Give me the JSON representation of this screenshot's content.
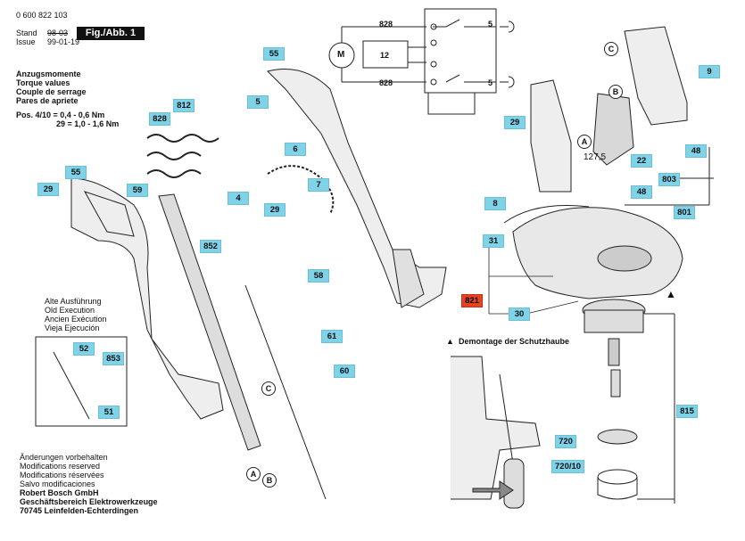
{
  "header": {
    "doc_number": "0 600 822 103",
    "fig_label": "Fig./Abb. 1",
    "stand_label": "Stand",
    "stand_value": "98-03",
    "issue_label": "Issue",
    "issue_value": "99-01-19"
  },
  "torque": {
    "lines": [
      "Anzugsmomente",
      "Torque values",
      "Couple de serrage",
      "Pares de apriete"
    ],
    "pos_line1": "Pos. 4/10 = 0,4 - 0,6 Nm",
    "pos_line2": "29 = 1,0 - 1,6 Nm"
  },
  "old_execution": {
    "lines": [
      "Alte Ausführung",
      "Old Execution",
      "Ancien Exécution",
      "Vieja Ejecución"
    ]
  },
  "footer": {
    "lines": [
      "Änderungen vorbehalten",
      "Modifications reserved",
      "Modifications réservées",
      "Salvo modificaciones"
    ],
    "company": [
      "Robert Bosch GmbH",
      "Geschäftsbereich Elektrowerkzeuge",
      "70745 Leinfelden-Echterdingen"
    ]
  },
  "demontage": {
    "label": "Demontage der Schutzhaube",
    "marker": "▲"
  },
  "dimension": "127,5",
  "wiring": {
    "motor": "M",
    "n828_top": "828",
    "n828_bottom": "828",
    "n12": "12",
    "n5_top": "5",
    "n5_bottom": "5"
  },
  "circles": {
    "A1": "A",
    "A2": "A",
    "B1": "B",
    "B2": "B",
    "C1": "C",
    "C2": "C"
  },
  "callouts": {
    "c55a": "55",
    "c55b": "55",
    "c812": "812",
    "c828": "828",
    "c5": "5",
    "c6": "6",
    "c7": "7",
    "c4": "4",
    "c29a": "29",
    "c29b": "29",
    "c29c": "29",
    "c59": "59",
    "c852": "852",
    "c58": "58",
    "c61": "61",
    "c60": "60",
    "c52": "52",
    "c853": "853",
    "c51": "51",
    "c9": "9",
    "c22": "22",
    "c48a": "48",
    "c48b": "48",
    "c803": "803",
    "c8": "8",
    "c801": "801",
    "c31": "31",
    "c821": "821",
    "c30": "30",
    "c815": "815",
    "c720": "720",
    "c72010": "720/10"
  }
}
